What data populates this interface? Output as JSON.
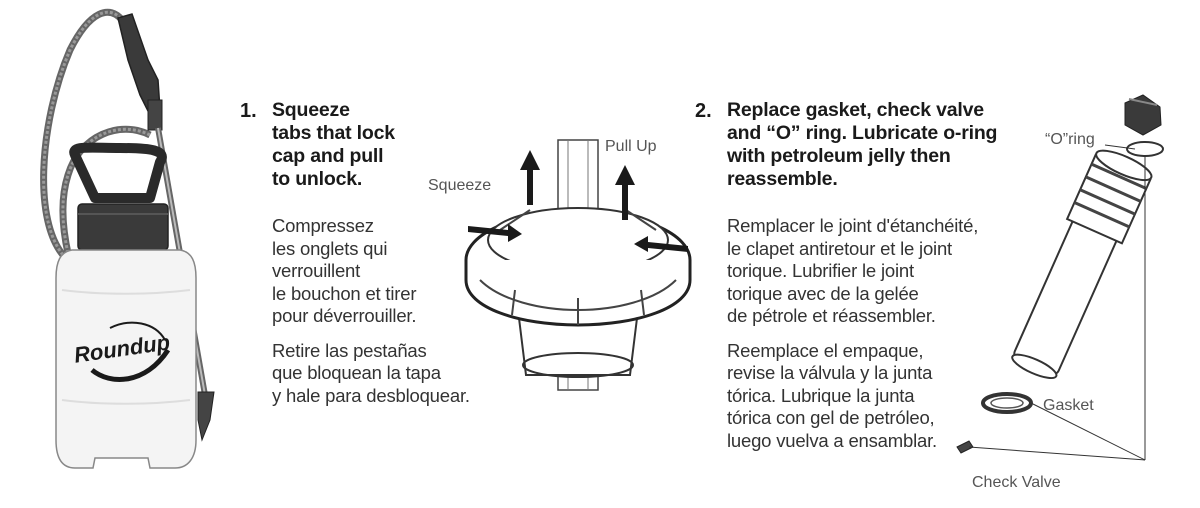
{
  "sprayer": {
    "brand": "Roundup"
  },
  "step1": {
    "number": "1.",
    "heading": [
      "Squeeze",
      "tabs that lock",
      "cap and pull",
      "to unlock."
    ],
    "french": [
      "Compressez",
      "les onglets qui",
      "verrouillent",
      "le bouchon et tirer",
      "pour déverrouiller."
    ],
    "spanish": [
      "Retire las pestañas",
      "que bloquean la tapa",
      "y hale para desbloquear."
    ],
    "labels": {
      "squeeze": "Squeeze",
      "pull_up": "Pull Up"
    }
  },
  "step2": {
    "number": "2.",
    "heading": [
      "Replace gasket, check valve",
      "and “O” ring. Lubricate o-ring",
      "with petroleum jelly then",
      "reassemble."
    ],
    "french": [
      "Remplacer le joint d'étanchéité,",
      "le clapet antiretour et le joint",
      "torique. Lubrifier le joint",
      "torique avec de la gelée",
      "de pétrole et réassembler."
    ],
    "spanish": [
      "Reemplace el empaque,",
      "revise la válvula y la junta",
      "tórica.  Lubrique la junta",
      "tórica con gel de petróleo,",
      "luego vuelva a ensamblar."
    ],
    "labels": {
      "o_ring": "“O”ring",
      "gasket": "Gasket",
      "check_valve": "Check Valve"
    }
  },
  "colors": {
    "text": "#1a1a1a",
    "line_art": "#333333",
    "tank": "#f4f4f4"
  }
}
